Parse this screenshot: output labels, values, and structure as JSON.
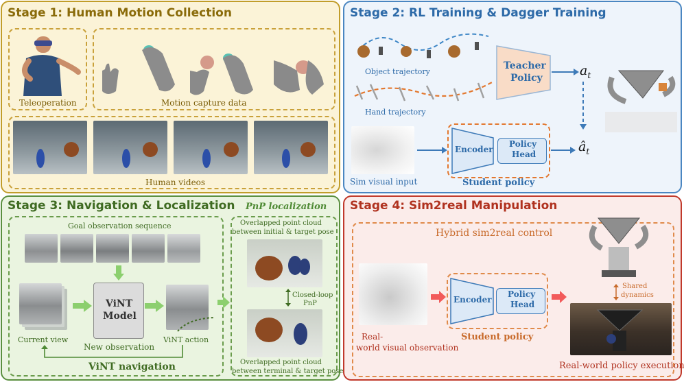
{
  "stage1": {
    "title": "Stage 1: Human Motion Collection",
    "teleoperation": "Teleoperation",
    "mocap": "Motion capture data",
    "videos": "Human videos"
  },
  "stage2": {
    "title": "Stage 2: RL Training &  Dagger Training",
    "object_traj": "Object trajectory",
    "hand_traj": "Hand trajectory",
    "teacher_line1": "Teacher",
    "teacher_line2": "Policy",
    "action_a": "a",
    "action_sub": "t",
    "action_hat": "â",
    "sim_visual": "Sim visual input",
    "encoder": "Encoder",
    "policy_head_1": "Policy",
    "policy_head_2": "Head",
    "student": "Student policy"
  },
  "stage3": {
    "title": "Stage 3: Navigation & Localization",
    "pnp_title": "PnP localization",
    "goal_seq": "Goal observation sequence",
    "vint_1": "ViNT",
    "vint_2": "Model",
    "current_view": "Current view",
    "new_obs": "New observation",
    "vint_action": "ViNT action",
    "vint_nav": "ViNT navigation",
    "overlap_top_1": "Overlapped point cloud",
    "overlap_top_2": "between initial & target pose",
    "closed_loop_1": "Closed-loop",
    "closed_loop_2": "PnP",
    "overlap_bot_1": "Overlapped point cloud",
    "overlap_bot_2": "between terminal & target pose"
  },
  "stage4": {
    "title": "Stage 4: Sim2real Manipulation",
    "hybrid": "Hybrid sim2real control",
    "realworld_1": "Real-",
    "realworld_2": "world visual observation",
    "encoder": "Encoder",
    "policy_head_1": "Policy",
    "policy_head_2": "Head",
    "student": "Student policy",
    "shared_1": "Shared",
    "shared_2": "dynamics",
    "execution": "Real-world policy execution"
  },
  "colors": {
    "stage1": "#b8930f",
    "stage2": "#3d7ab8",
    "stage3": "#4e8a34",
    "stage4": "#c0392b",
    "orange": "#d4752a"
  }
}
